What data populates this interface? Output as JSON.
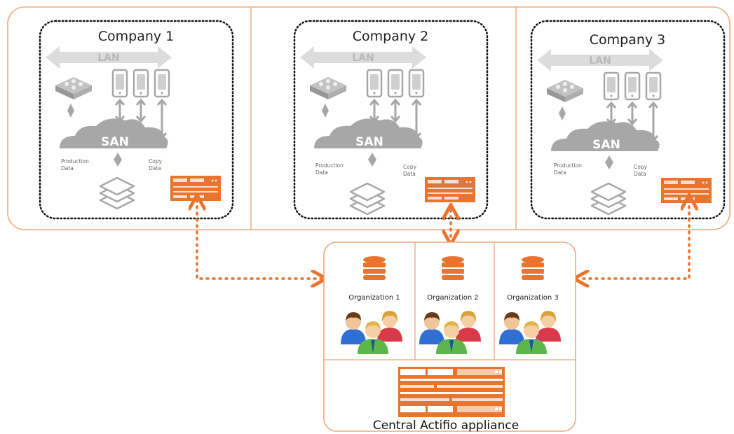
{
  "companies": [
    {
      "title": "Company 1",
      "lan_label": "LAN",
      "san_label": "SAN",
      "production_label_1": "Production",
      "production_label_2": "Data",
      "copy_label_1": "Copy",
      "copy_label_2": "Data"
    },
    {
      "title": "Company 2",
      "lan_label": "LAN",
      "san_label": "SAN",
      "production_label_1": "Production",
      "production_label_2": "Data",
      "copy_label_1": "Copy",
      "copy_label_2": "Data"
    },
    {
      "title": "Company 3",
      "lan_label": "LAN",
      "san_label": "SAN",
      "production_label_1": "Production",
      "production_label_2": "Data",
      "copy_label_1": "Copy",
      "copy_label_2": "Data"
    }
  ],
  "organizations": [
    {
      "label": "Organization 1"
    },
    {
      "label": "Organization 2"
    },
    {
      "label": "Organization 3"
    }
  ],
  "central": {
    "label": "Central Actifio appliance"
  },
  "colors": {
    "accent_orange": "#e8742e",
    "frame_orange": "#f0a87c",
    "gray": "#a7a7a7"
  }
}
